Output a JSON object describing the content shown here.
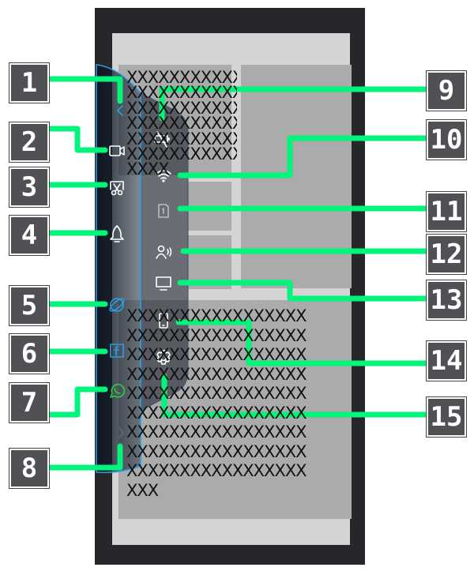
{
  "screen_text": {
    "upper_lines": [
      "XXXXXXXXXXX",
      "XXXXXXXXXXX",
      "XXXXXXXXXXX",
      "XXXXXXXXXXX",
      "XXXXXXXXXXX",
      "XXXXXXXXXXX",
      "XXXX"
    ],
    "lower_lines": [
      "XXXXXXXXXXXXXXXXX",
      "XXXXXXXXXXXXXXXXX",
      "XXXXXXXXXXXXXXXXX",
      "XXXXXXXXXXXXXXXXX",
      "XXXXXXXXXXXXXXXXX",
      "XXXXXXXXXXXXXXXXX",
      "XXXXXXXXXXXXXXXXX",
      "XXXXXXXXXXXXXXXXX",
      "XXXXXXXXXXXXXXXXX",
      "XXX"
    ]
  },
  "callouts": [
    "1",
    "2",
    "3",
    "4",
    "5",
    "6",
    "7",
    "8",
    "9",
    "10",
    "11",
    "12",
    "13",
    "14",
    "15"
  ],
  "left_icons": [
    "chevron-left-icon",
    "video-camera-icon",
    "screenshot-scissors-icon",
    "rocket-icon",
    "browser-icon",
    "facebook-icon",
    "whatsapp-icon",
    "chevron-right-icon"
  ],
  "right_icons": [
    "battery-off-icon",
    "wifi-icon",
    "sim-card-icon",
    "voice-person-icon",
    "monitor-icon",
    "phone-icon",
    "gear-icon"
  ],
  "colors": {
    "callout_line": "#00f57a",
    "callout_box": "#4f5154",
    "accent_blue": "#2a9fe6",
    "whatsapp_green": "#2ecc40"
  }
}
